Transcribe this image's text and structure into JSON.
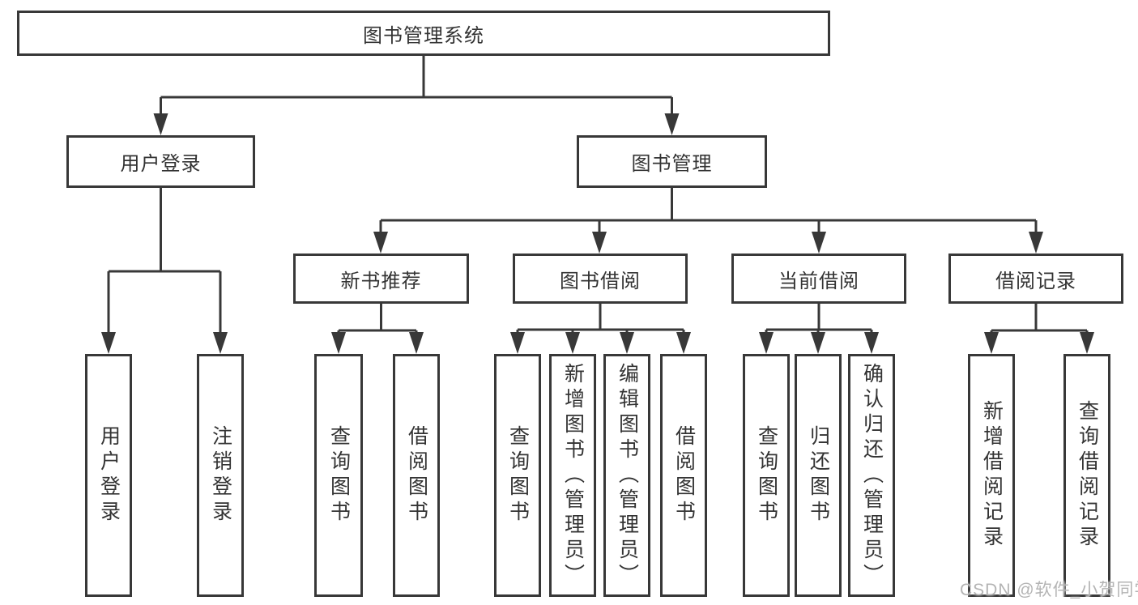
{
  "diagram": {
    "root": "图书管理系统",
    "user_branch": {
      "label": "用户登录",
      "children": [
        "用户登录",
        "注销登录"
      ]
    },
    "book_branch": {
      "label": "图书管理",
      "groups": [
        {
          "label": "新书推荐",
          "children": [
            "查询图书",
            "借阅图书"
          ]
        },
        {
          "label": "图书借阅",
          "children": [
            "查询图书",
            "新增图书（管理员）",
            "编辑图书（管理员）",
            "借阅图书"
          ]
        },
        {
          "label": "当前借阅",
          "children": [
            "查询图书",
            "归还图书",
            "确认归还（管理员）"
          ]
        },
        {
          "label": "借阅记录",
          "children": [
            "新增借阅记录",
            "查询借阅记录"
          ]
        }
      ]
    }
  },
  "watermark": "CSDN @软件_小贺同学",
  "colors": {
    "line": "#383838",
    "text": "#333333",
    "watermark": "#b4b4b4",
    "background": "#ffffff"
  }
}
